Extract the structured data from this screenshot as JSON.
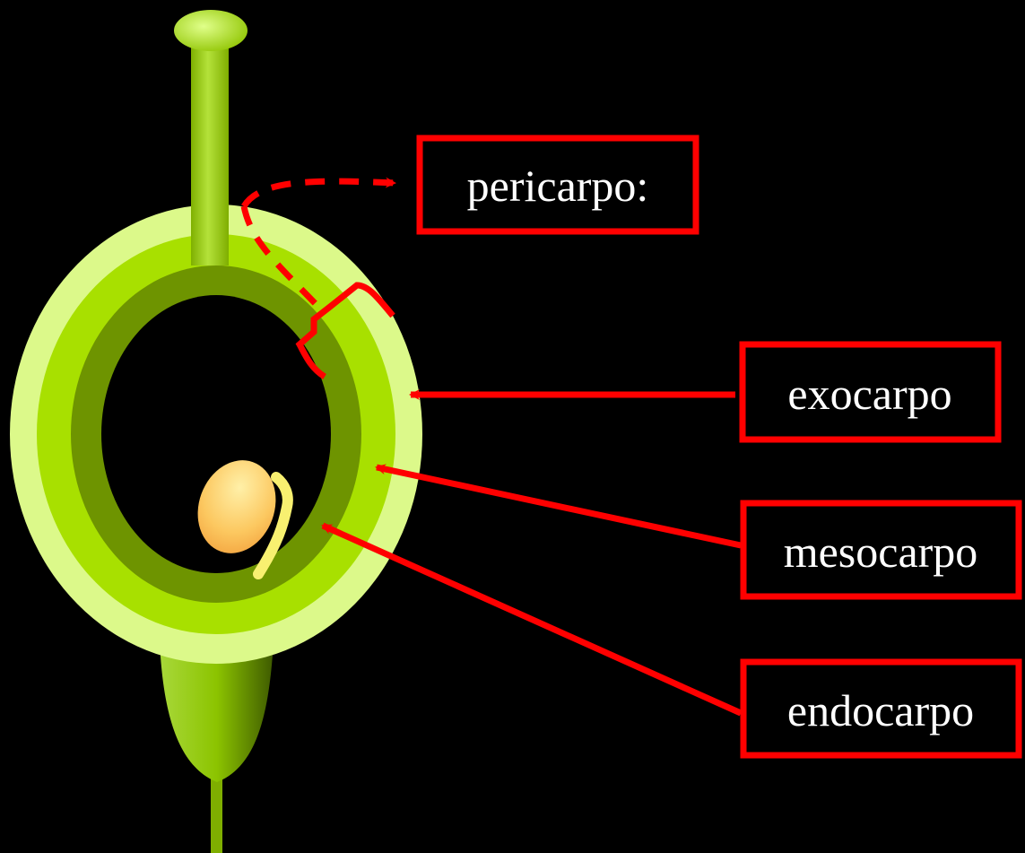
{
  "labels": {
    "pericarp": "pericarpo:",
    "exocarp": "exocarpo",
    "mesocarp": "mesocarpo",
    "endocarp": "endocarpo"
  },
  "colors": {
    "background": "#000000",
    "label_stroke": "#ff0000",
    "label_text": "#ffffff",
    "exocarp": "#dcf98a",
    "mesocarp": "#a8e000",
    "endocarp": "#6e9400",
    "style": "#9acb10",
    "seed": "#fcd87a"
  }
}
